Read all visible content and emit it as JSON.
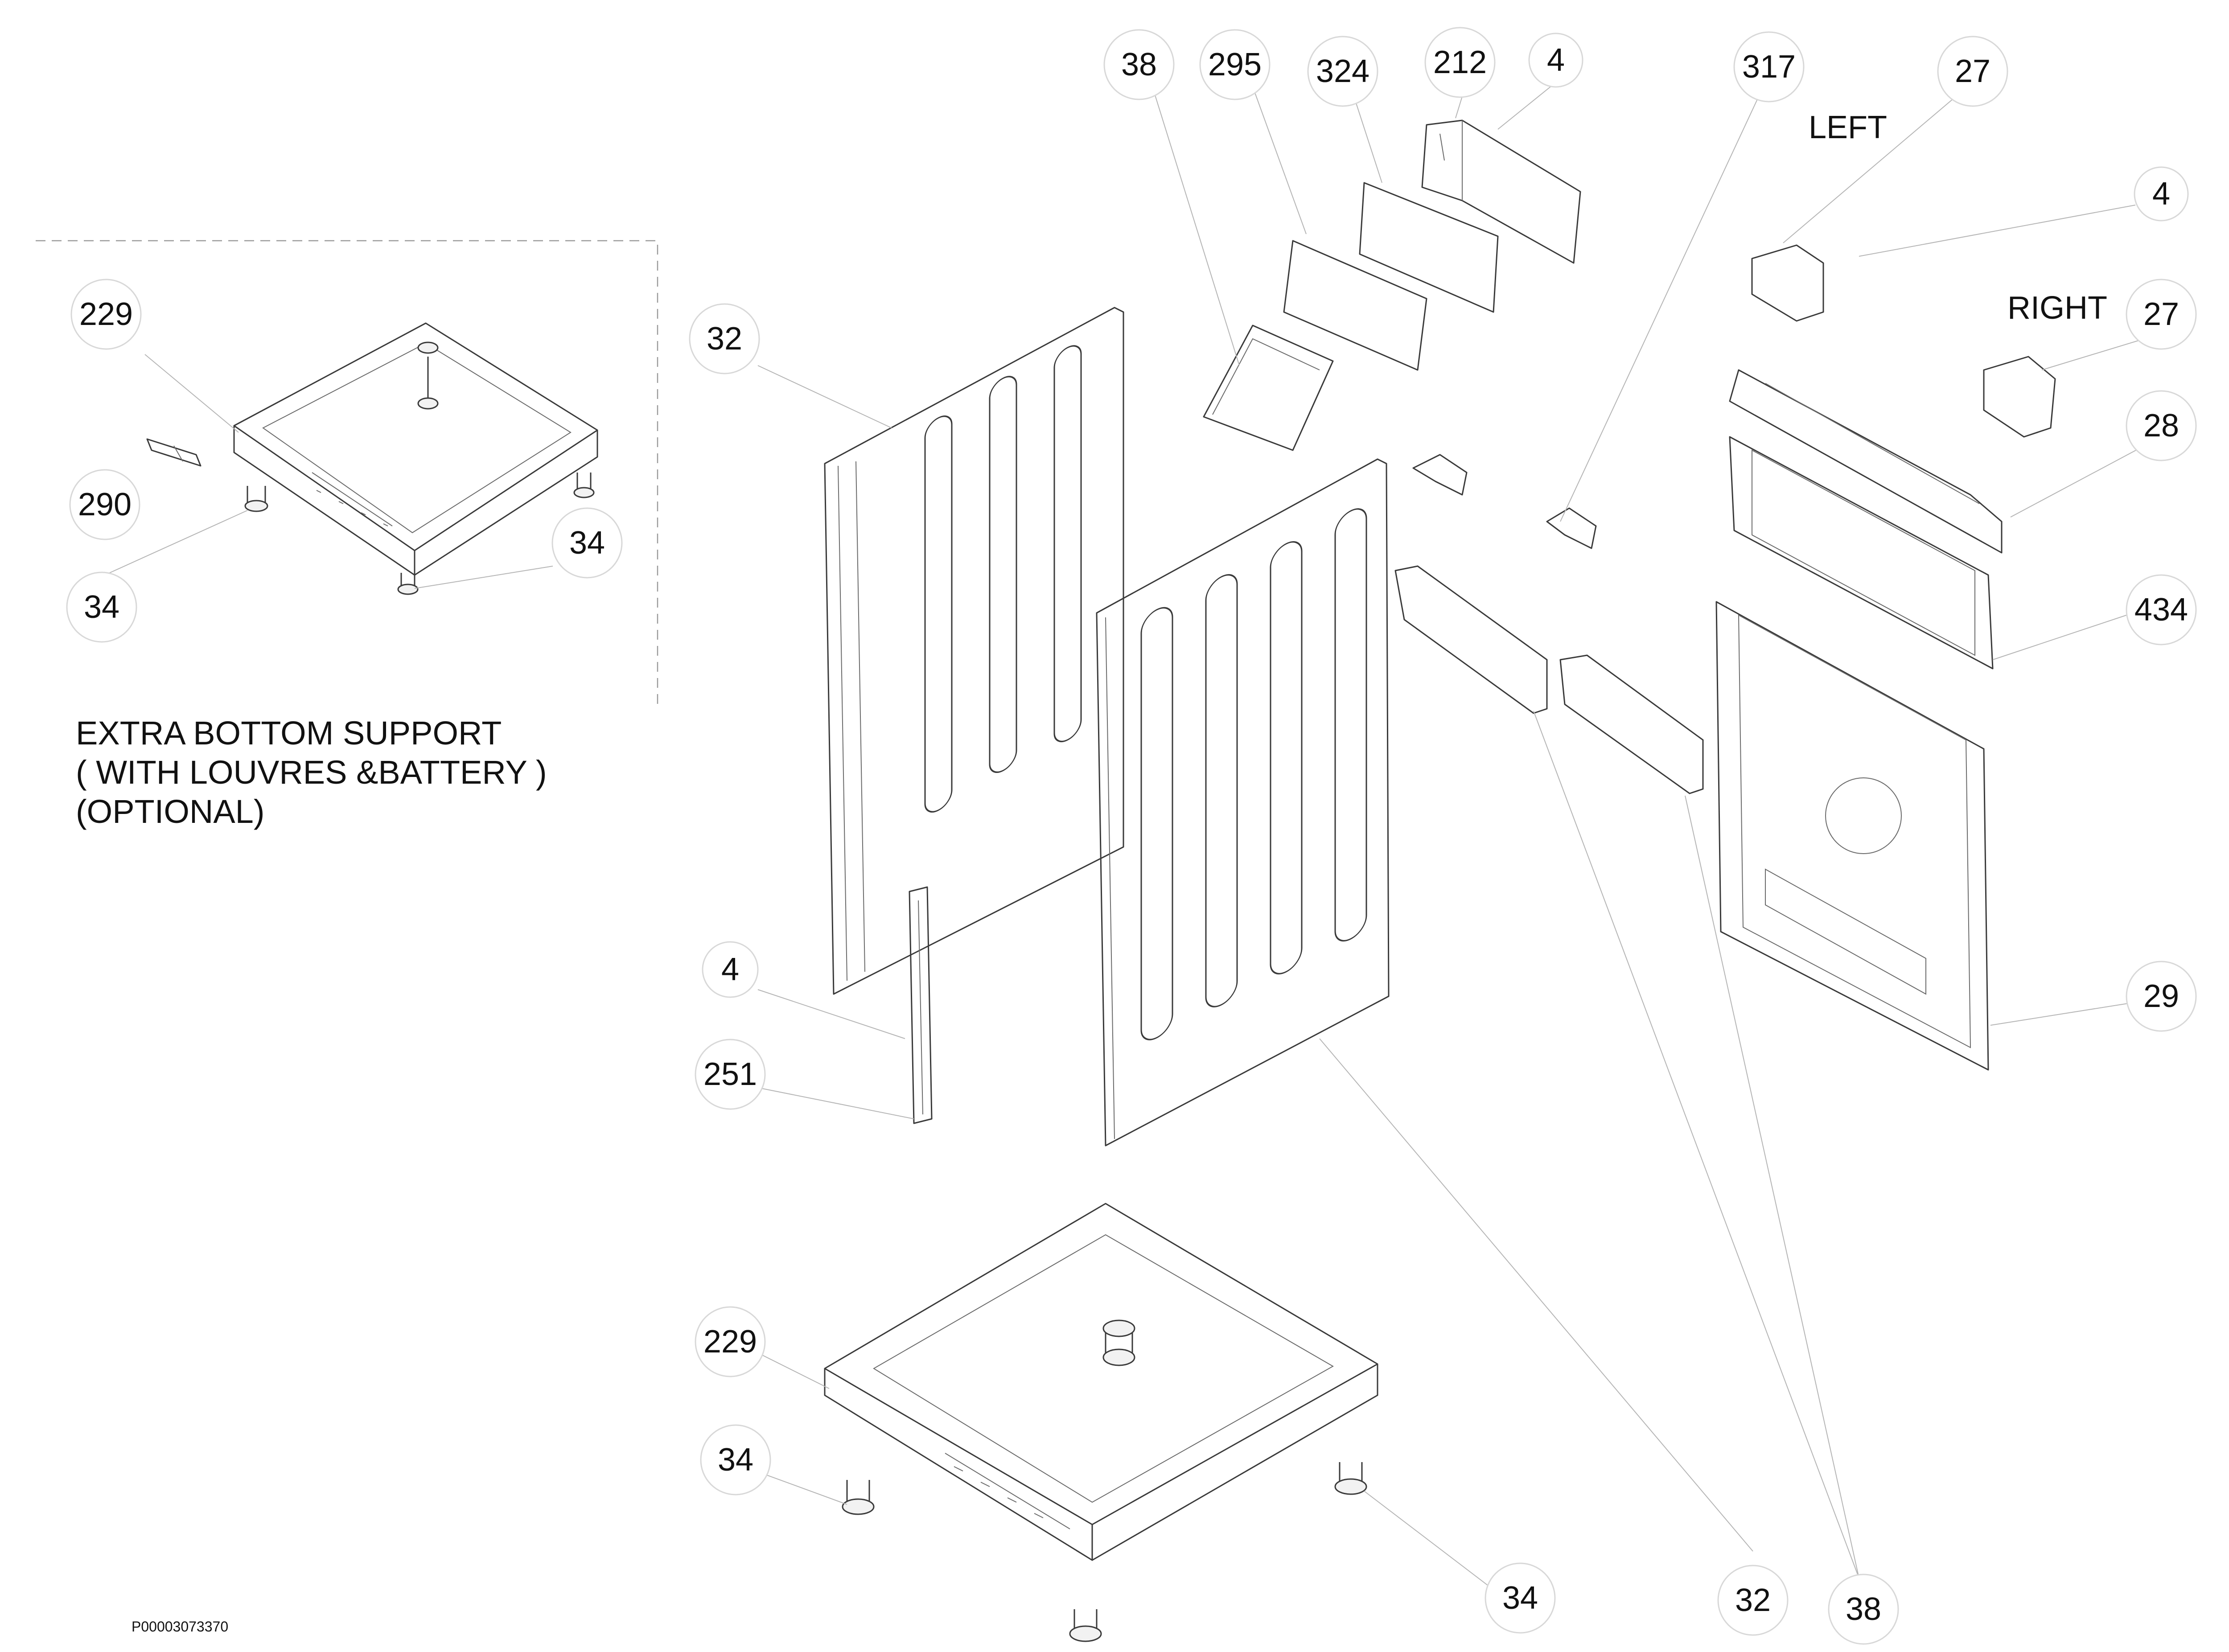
{
  "diagram": {
    "callouts": [
      "38",
      "295",
      "324",
      "212",
      "4",
      "317",
      "27",
      "4",
      "27",
      "28",
      "434",
      "29",
      "32",
      "4",
      "251",
      "229",
      "34",
      "34",
      "32",
      "38",
      "229",
      "290",
      "34",
      "34"
    ],
    "side_labels": {
      "left": "LEFT",
      "right": "RIGHT"
    },
    "note_lines": [
      "EXTRA BOTTOM SUPPORT",
      "( WITH LOUVRES &BATTERY )",
      "(OPTIONAL)"
    ],
    "document_id": "P00003073370"
  }
}
